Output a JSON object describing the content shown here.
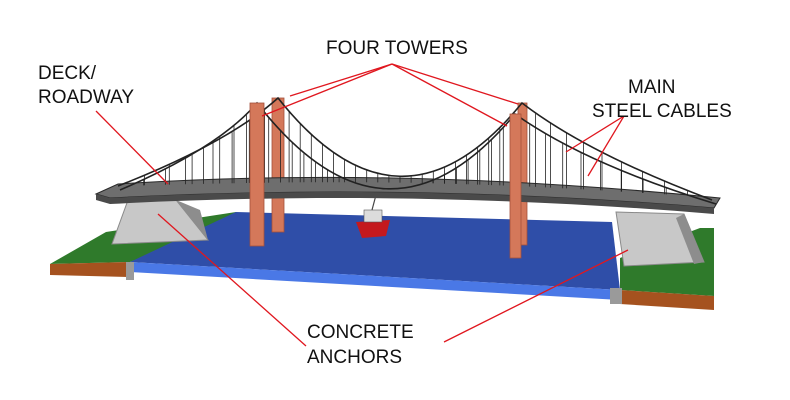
{
  "labels": {
    "towers": "FOUR TOWERS",
    "deck_line1": "DECK/",
    "deck_line2": "ROADWAY",
    "cables_line1": "MAIN",
    "cables_line2": "STEEL CABLES",
    "anchors_line1": "CONCRETE",
    "anchors_line2": "ANCHORS"
  },
  "colors": {
    "water": "#2f4ea8",
    "water_edge": "#4a78e6",
    "grass": "#2f7a2b",
    "soil": "#a5521f",
    "concrete": "#c8c8c8",
    "deck": "#6e6e6e",
    "tower": "#d4785a",
    "cable": "#222222",
    "leader_line": "#e0171f",
    "boat_hull": "#c4191d"
  }
}
